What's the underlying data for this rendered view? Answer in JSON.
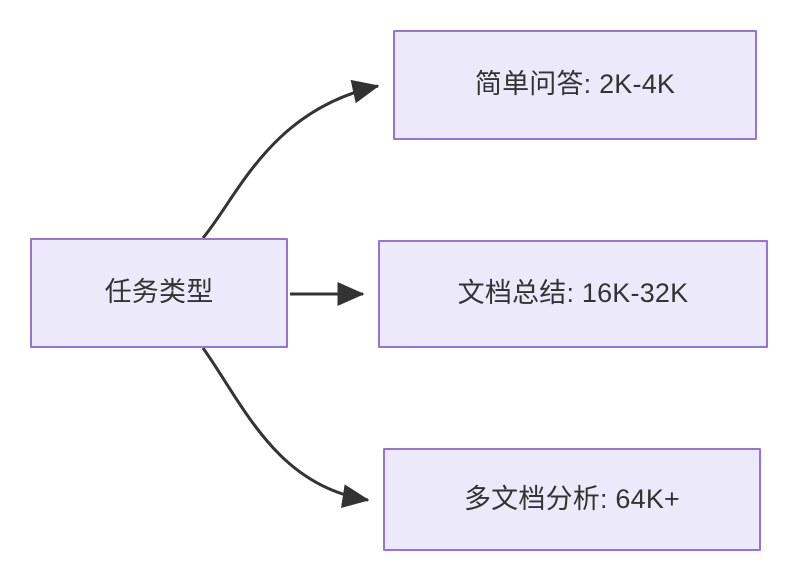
{
  "diagram": {
    "type": "flowchart",
    "orientation": "left-to-right",
    "background_color": "#ffffff",
    "node_fill_color": "#ece9fb",
    "node_border_color": "#9375d6",
    "node_text_color": "#333333",
    "edge_color": "#333333",
    "root": {
      "id": "root",
      "label": "任务类型"
    },
    "branches": [
      {
        "id": "simple-qa",
        "label": "简单问答: 2K-4K",
        "edge_style": "curved-up",
        "arrow": "arrowhead-right"
      },
      {
        "id": "doc-summary",
        "label": "文档总结: 16K-32K",
        "edge_style": "straight",
        "arrow": "arrowhead-right"
      },
      {
        "id": "multi-doc",
        "label": "多文档分析: 64K+",
        "edge_style": "curved-down",
        "arrow": "arrowhead-right"
      }
    ]
  }
}
